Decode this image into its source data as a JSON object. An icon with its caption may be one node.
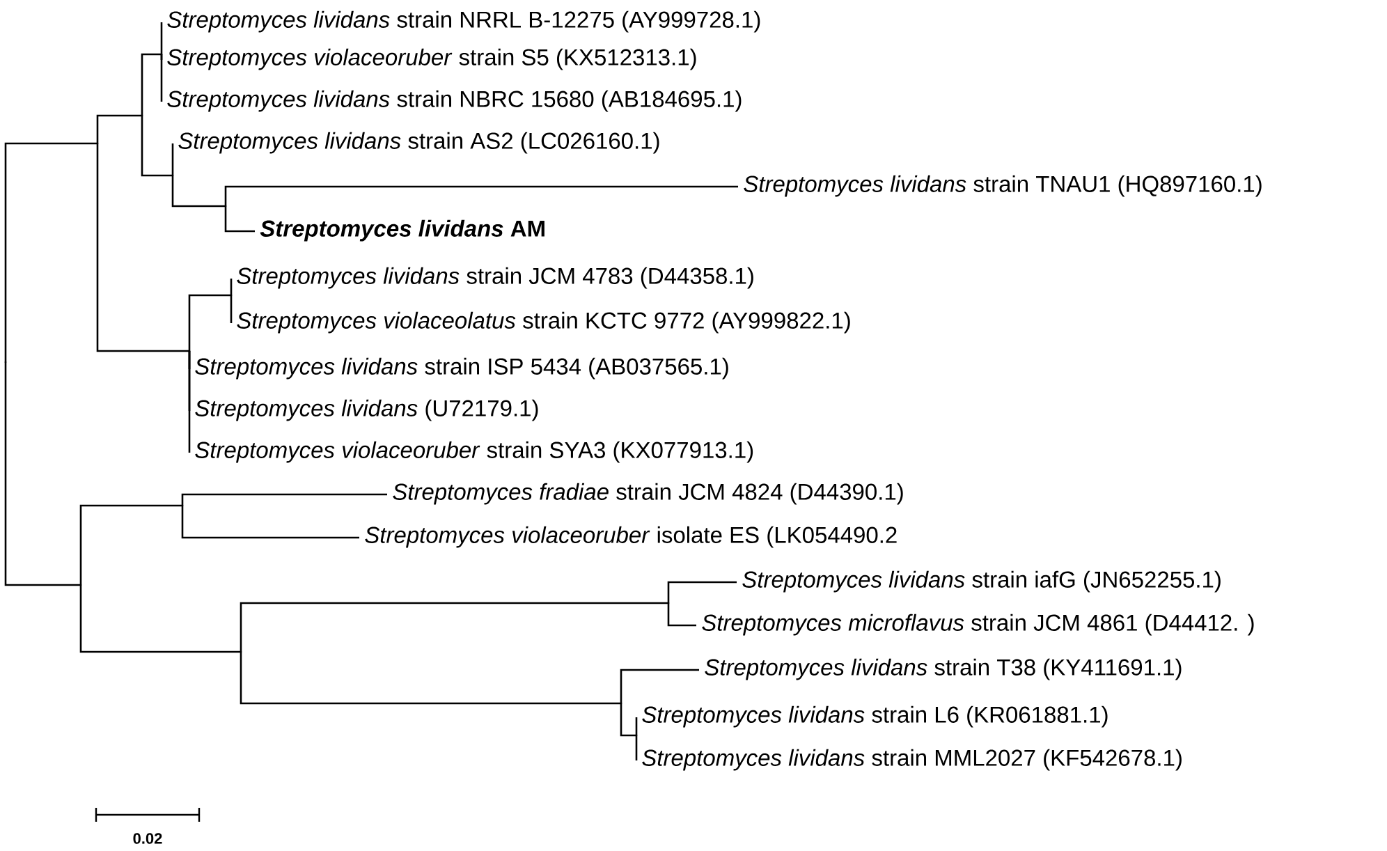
{
  "diagram": {
    "nodes": [
      {
        "text": [
          "*Streptomyces lividans* strain NRRL B-12275 (AY999728.1)"
        ]
      },
      {
        "text": [
          "*Streptomyces violaceoruber* strain S5 (KX512313.1)"
        ]
      },
      {
        "text": [
          "*Streptomyces lividans* strain NBRC 15680 (AB184695.1)"
        ]
      },
      {
        "text": [
          "*Streptomyces lividans* strain AS2 (LC026160.1)"
        ]
      },
      {
        "text": [
          "*Streptomyces lividans* strain TNAU1 (HQ897160.1)"
        ]
      },
      {
        "text": [
          "*Streptomyces lividans* AM"
        ]
      },
      {
        "text": [
          "*Streptomyces lividans* strain JCM 4783 (D44358.1)"
        ]
      },
      {
        "text": [
          "*Streptomyces violaceolatus* strain KCTC 9772 (AY999822.1)"
        ]
      },
      {
        "text": [
          "*Streptomyces lividans* strain ISP 5434 (AB037565.1)"
        ]
      },
      {
        "text": [
          "*Streptomyces lividans* (U72179.1)"
        ]
      },
      {
        "text": [
          "*Streptomyces violaceoruber* strain SYA3 (KX077913.1)"
        ]
      },
      {
        "text": [
          "*Streptomyces fradiae* strain JCM 4824 (D44390.1)"
        ]
      },
      {
        "text": [
          "*Streptomyces violaceoruber* isolate ES (LK054490.2"
        ]
      },
      {
        "text": [
          "*Streptomyces lividans* strain iafG (JN652255.1)"
        ]
      },
      {
        "text": [
          "*Streptomyces microflavus* strain JCM 4861 (D44412. )"
        ]
      },
      {
        "text": [
          "*Streptomyces lividans* strain T38 (KY411691.1)"
        ]
      },
      {
        "text": [
          "*Streptomyces lividans* strain L6 (KR061881.1)"
        ]
      },
      {
        "text": [
          "*Streptomyces lividans* strain MML2027 (KF542678.1)"
        ]
      },
      {
        "text": [],
        "shape": "point"
      },
      {
        "text": [],
        "shape": "point"
      },
      {
        "text": [],
        "shape": "point"
      },
      {
        "text": [],
        "shape": "point"
      },
      {
        "text": [],
        "shape": "point"
      },
      {
        "text": [],
        "shape": "point"
      },
      {
        "text": [],
        "shape": "point"
      },
      {
        "text": [],
        "shape": "point"
      },
      {
        "text": [],
        "shape": "point"
      },
      {
        "text": [],
        "shape": "point"
      },
      {
        "text": [],
        "shape": "point"
      },
      {
        "text": [],
        "shape": "point"
      },
      {
        "text": [],
        "shape": "point"
      },
      {
        "text": [],
        "shape": "point"
      }
    ],
    "edges": [
      {
        "from": 18,
        "to": 19,
        "arrow": "none"
      },
      {
        "from": 18,
        "to": 26,
        "arrow": "none"
      },
      {
        "from": 19,
        "to": 20,
        "arrow": "none"
      },
      {
        "from": 19,
        "to": 24,
        "arrow": "none"
      },
      {
        "from": 20,
        "to": 21,
        "arrow": "none"
      },
      {
        "from": 20,
        "to": 22,
        "arrow": "none"
      },
      {
        "from": 21,
        "to": 0,
        "arrow": "none"
      },
      {
        "from": 21,
        "to": 1,
        "arrow": "none"
      },
      {
        "from": 21,
        "to": 2,
        "arrow": "none"
      },
      {
        "from": 22,
        "to": 3,
        "arrow": "none"
      },
      {
        "from": 22,
        "to": 23,
        "arrow": "none"
      },
      {
        "from": 23,
        "to": 4,
        "arrow": "none"
      },
      {
        "from": 23,
        "to": 5,
        "arrow": "none"
      },
      {
        "from": 24,
        "to": 25,
        "arrow": "none"
      },
      {
        "from": 24,
        "to": 8,
        "arrow": "none"
      },
      {
        "from": 24,
        "to": 9,
        "arrow": "none"
      },
      {
        "from": 24,
        "to": 10,
        "arrow": "none"
      },
      {
        "from": 25,
        "to": 6,
        "arrow": "none"
      },
      {
        "from": 25,
        "to": 7,
        "arrow": "none"
      },
      {
        "from": 26,
        "to": 27,
        "arrow": "none"
      },
      {
        "from": 26,
        "to": 28,
        "arrow": "none"
      },
      {
        "from": 27,
        "to": 11,
        "arrow": "none"
      },
      {
        "from": 27,
        "to": 12,
        "arrow": "none"
      },
      {
        "from": 28,
        "to": 29,
        "arrow": "none"
      },
      {
        "from": 28,
        "to": 30,
        "arrow": "none"
      },
      {
        "from": 29,
        "to": 13,
        "arrow": "none"
      },
      {
        "from": 29,
        "to": 14,
        "arrow": "none"
      },
      {
        "from": 30,
        "to": 15,
        "arrow": "none"
      },
      {
        "from": 30,
        "to": 31,
        "arrow": "none"
      },
      {
        "from": 31,
        "to": 16,
        "arrow": "none"
      },
      {
        "from": 31,
        "to": 17,
        "arrow": "none"
      }
    ],
    "labels": [
      "0.02"
    ]
  }
}
